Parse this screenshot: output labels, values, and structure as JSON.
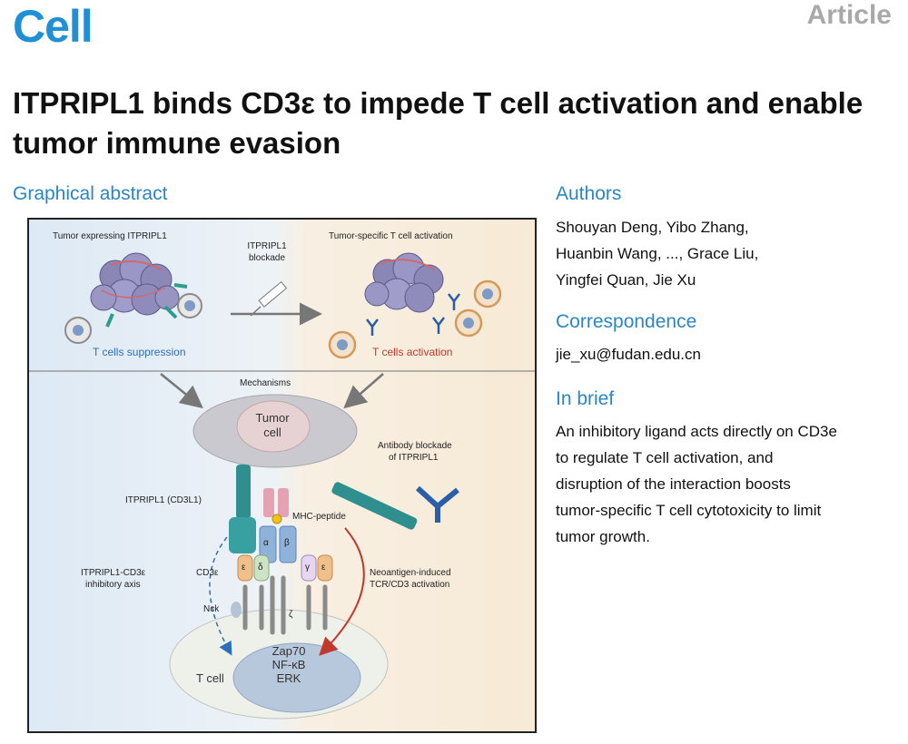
{
  "header": {
    "journal": "Cell",
    "article_type": "Article"
  },
  "title": "ITPRIPL1 binds CD3ε to impede T cell activation and enable tumor immune evasion",
  "graphical_abstract": {
    "heading": "Graphical abstract",
    "labels": {
      "tumor_expressing": "Tumor expressing ITPRIPL1",
      "blockade_line1": "ITPRIPL1",
      "blockade_line2": "blockade",
      "tumor_specific": "Tumor-specific T cell activation",
      "suppression": "T cells suppression",
      "activation": "T cells activation",
      "mechanisms": "Mechanisms",
      "tumor_cell_line1": "Tumor",
      "tumor_cell_line2": "cell",
      "antibody_line1": "Antibody blockade",
      "antibody_line2": "of ITPRIPL1",
      "itpripl1_cd3l1": "ITPRIPL1 (CD3L1)",
      "mhc_peptide": "MHC-peptide",
      "axis_line1": "ITPRIPL1-CD3ε",
      "axis_line2": "inhibitory axis",
      "cd3e": "CD3ε",
      "nck": "Nck",
      "neo_line1": "Neoantigen-induced",
      "neo_line2": "TCR/CD3 activation",
      "zap70": "Zap70",
      "nfkb": "NF-κB",
      "erk": "ERK",
      "tcell": "T cell",
      "alpha": "α",
      "beta": "β",
      "epsilon": "ε",
      "delta": "δ",
      "gamma": "γ",
      "zeta": "ζ"
    }
  },
  "authors": {
    "heading": "Authors",
    "line1": "Shouyan Deng, Yibo Zhang,",
    "line2": "Huanbin Wang, ..., Grace Liu,",
    "line3": "Yingfei Quan, Jie Xu"
  },
  "correspondence": {
    "heading": "Correspondence",
    "email": "jie_xu@fudan.edu.cn"
  },
  "in_brief": {
    "heading": "In brief",
    "line1": "An inhibitory ligand acts directly on CD3e",
    "line2": "to regulate T cell activation, and",
    "line3": "disruption of the interaction boosts",
    "line4": "tumor-specific T cell cytotoxicity to limit",
    "line5": "tumor growth."
  },
  "colors": {
    "brand_blue": "#1f8fd6",
    "section_blue": "#2b86c4",
    "suppression_blue": "#2a6fb8",
    "activation_red": "#c0392b"
  }
}
